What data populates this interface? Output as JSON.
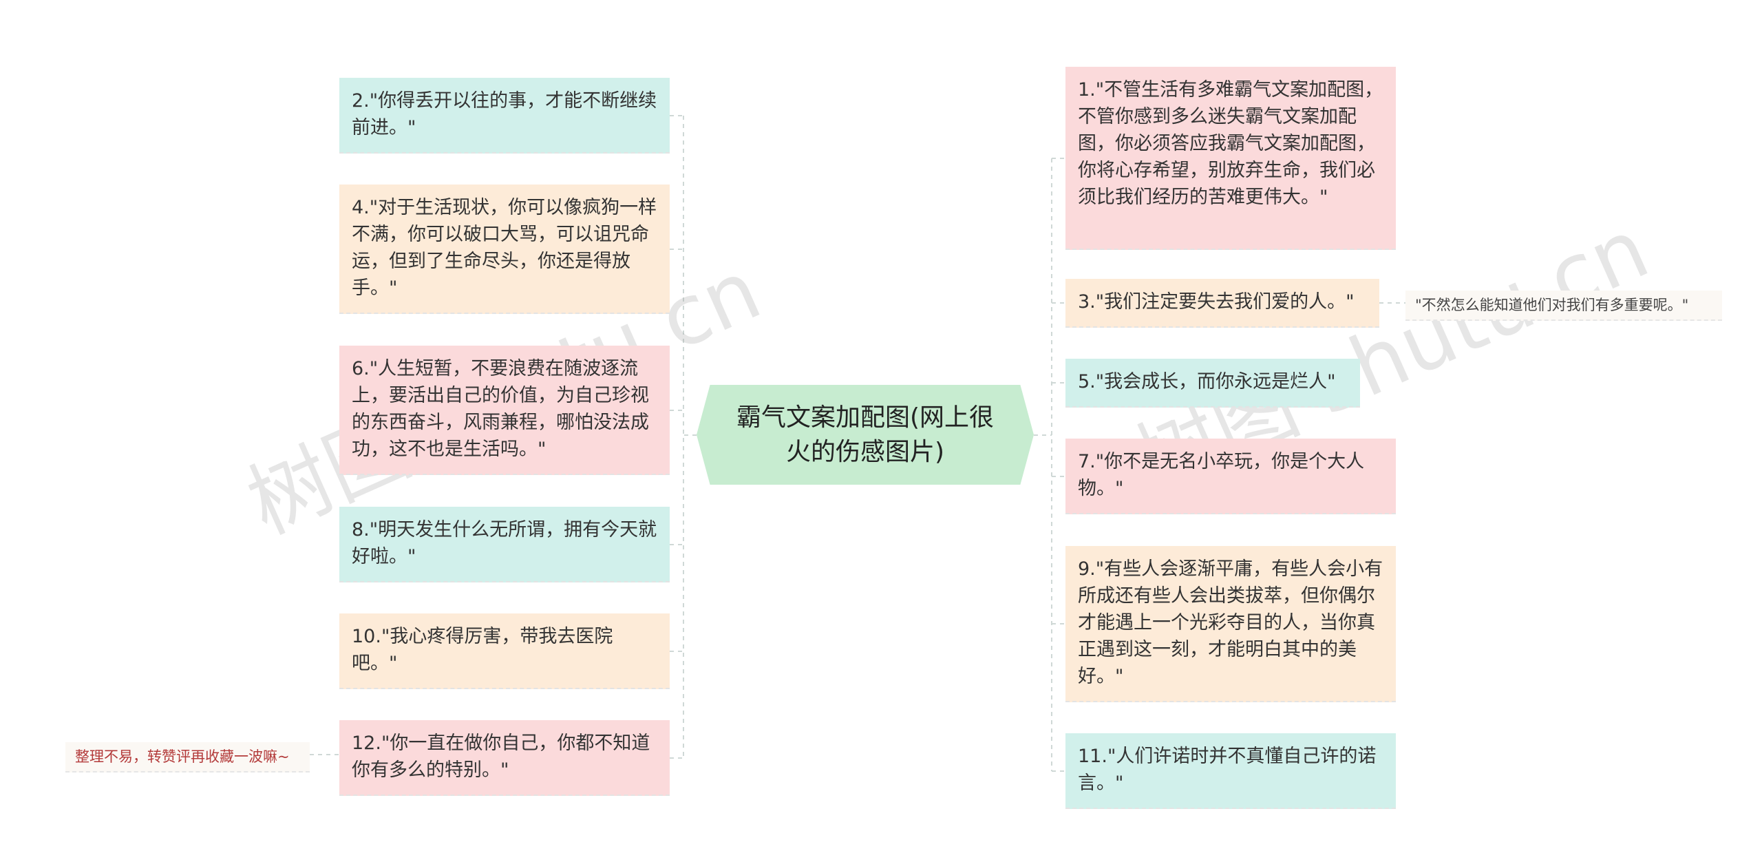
{
  "root": {
    "label": "霸气文案加配图(网上很火的伤感图片)"
  },
  "left_nodes": [
    {
      "id": "n2",
      "text": "2.\"你得丢开以往的事，才能不断继续前进。\"",
      "color": "teal"
    },
    {
      "id": "n4",
      "text": "4.\"对于生活现状，你可以像疯狗一样不满，你可以破口大骂，可以诅咒命运，但到了生命尽头，你还是得放手。\"",
      "color": "peach"
    },
    {
      "id": "n6",
      "text": "6.\"人生短暂，不要浪费在随波逐流上，要活出自己的价值，为自己珍视的东西奋斗，风雨兼程，哪怕没法成功，这不也是生活吗。\"",
      "color": "pink"
    },
    {
      "id": "n8",
      "text": "8.\"明天发生什么无所谓，拥有今天就好啦。\"",
      "color": "teal"
    },
    {
      "id": "n10",
      "text": "10.\"我心疼得厉害，带我去医院吧。\"",
      "color": "peach"
    },
    {
      "id": "n12",
      "text": "12.\"你一直在做你自己，你都不知道你有多么的特别。\"",
      "color": "pink"
    }
  ],
  "right_nodes": [
    {
      "id": "n1",
      "text": "1.\"不管生活有多难霸气文案加配图，不管你感到多么迷失霸气文案加配图，你必须答应我霸气文案加配图，你将心存希望，别放弃生命，我们必须比我们经历的苦难更伟大。\"",
      "color": "pink"
    },
    {
      "id": "n3",
      "text": "3.\"我们注定要失去我们爱的人。\"",
      "color": "peach"
    },
    {
      "id": "n5",
      "text": "5.\"我会成长，而你永远是烂人\"",
      "color": "teal"
    },
    {
      "id": "n7",
      "text": "7.\"你不是无名小卒玩，你是个大人物。\"",
      "color": "pink"
    },
    {
      "id": "n9",
      "text": "9.\"有些人会逐渐平庸，有些人会小有所成还有些人会出类拔萃，但你偶尔才能遇上一个光彩夺目的人，当你真正遇到这一刻，才能明白其中的美好。\"",
      "color": "peach"
    },
    {
      "id": "n11",
      "text": "11.\"人们许诺时并不真懂自己许的诺言。\"",
      "color": "teal"
    }
  ],
  "notes": {
    "left": {
      "text": "整理不易，转赞评再收藏一波嘛~"
    },
    "right": {
      "text": "\"不然怎么能知道他们对我们有多重要呢。\""
    }
  },
  "watermarks": [
    "树图 shutu.cn",
    "树图 shutu.cn"
  ],
  "colors": {
    "teal": "#d1f0eb",
    "peach": "#fdebd8",
    "pink": "#fbdadb",
    "root": "#c7ecd0",
    "connector": "#cfd8d6"
  }
}
